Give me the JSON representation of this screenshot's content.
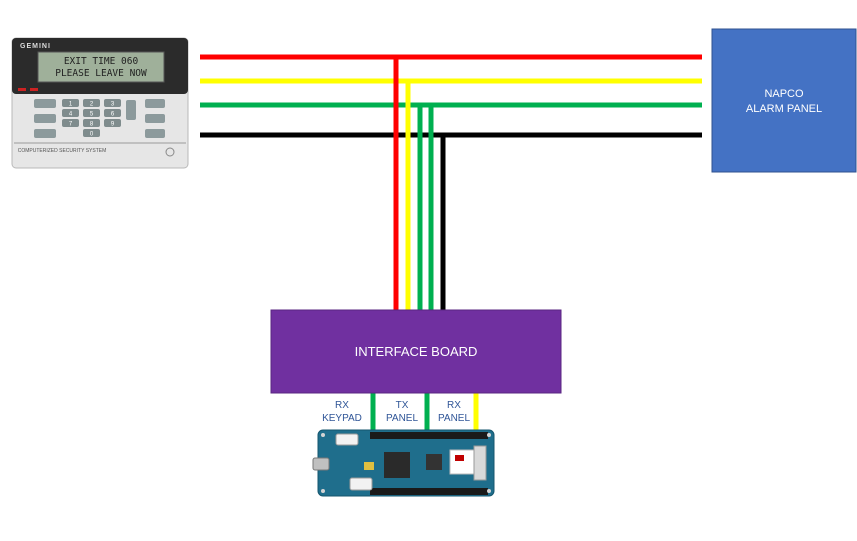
{
  "keypad": {
    "brand": "GEMINI",
    "display_line1": "EXIT TIME 060",
    "display_line2": "PLEASE LEAVE NOW",
    "footer": "COMPUTERIZED SECURITY SYSTEM",
    "keys": [
      "1",
      "2",
      "3",
      "4",
      "5",
      "6",
      "7",
      "8",
      "9",
      "0"
    ]
  },
  "alarm_panel": {
    "line1": "NAPCO",
    "line2": "ALARM PANEL"
  },
  "interface_board": {
    "label": "INTERFACE BOARD"
  },
  "pin_labels": [
    {
      "line1": "RX",
      "line2": "KEYPAD"
    },
    {
      "line1": "TX",
      "line2": "PANEL"
    },
    {
      "line1": "RX",
      "line2": "PANEL"
    }
  ],
  "colors": {
    "wire_red": "#ff0000",
    "wire_yellow": "#ffff00",
    "wire_green": "#00b050",
    "wire_black": "#000000",
    "panel_box": "#4472c4",
    "interface_box": "#7030a0",
    "pin_label_text": "#2f5597",
    "arduino_board": "#1f6e8c"
  }
}
